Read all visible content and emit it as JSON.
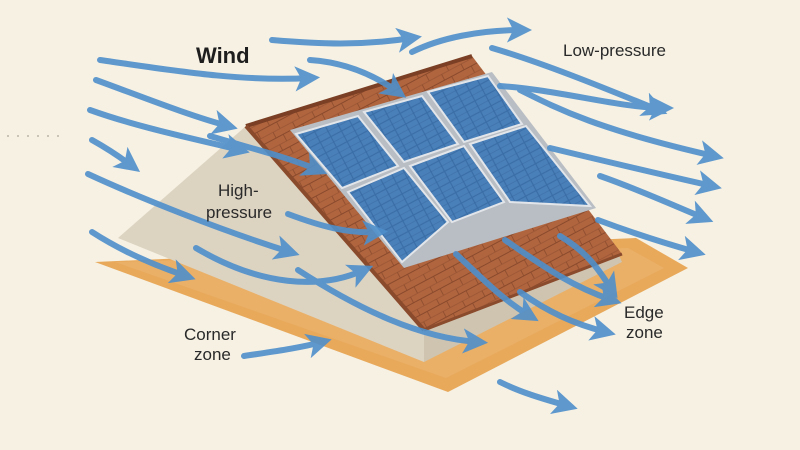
{
  "labels": {
    "wind": "Wind",
    "low_pressure": "Low-pressure",
    "high_pressure_line1": "High-",
    "high_pressure_line2": "pressure",
    "corner_zone_line1": "Corner",
    "corner_zone_line2": "zone",
    "edge_zone_line1": "Edge",
    "edge_zone_line2": "zone"
  },
  "colors": {
    "background": "#f6f1e3",
    "ground": "#e8a95b",
    "roof_shingle": "#b0653f",
    "gable_wall": "#ddd3c1",
    "panel_cell": "#3a6ea7",
    "panel_frame": "#c9ced4",
    "wind_arrow": "#4e8fcb"
  }
}
